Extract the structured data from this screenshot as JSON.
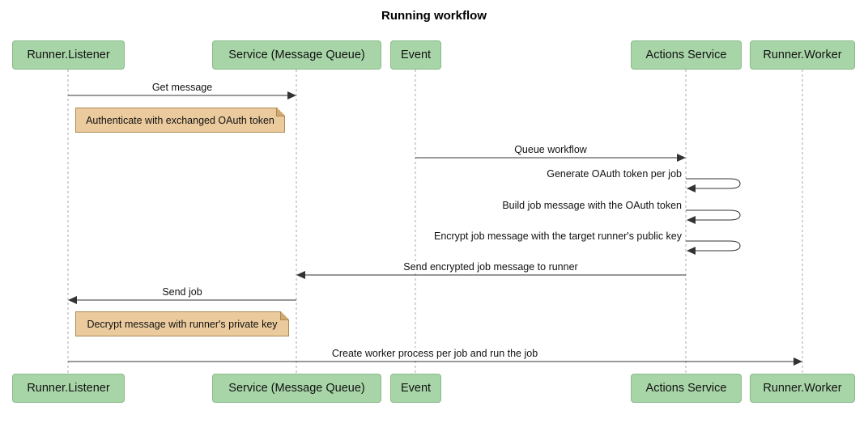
{
  "title": "Running workflow",
  "participants": [
    {
      "label": "Runner.Listener"
    },
    {
      "label": "Service (Message Queue)"
    },
    {
      "label": "Event"
    },
    {
      "label": "Actions Service"
    },
    {
      "label": "Runner.Worker"
    }
  ],
  "messages": [
    {
      "from": "Runner.Listener",
      "to": "Service (Message Queue)",
      "label": "Get message"
    },
    {
      "from": "Event",
      "to": "Actions Service",
      "label": "Queue workflow"
    },
    {
      "from": "Actions Service",
      "to": "Actions Service",
      "label": "Generate OAuth token per job"
    },
    {
      "from": "Actions Service",
      "to": "Actions Service",
      "label": "Build job message with the OAuth token"
    },
    {
      "from": "Actions Service",
      "to": "Actions Service",
      "label": "Encrypt job message with the target runner's public key"
    },
    {
      "from": "Actions Service",
      "to": "Service (Message Queue)",
      "label": "Send encrypted job message to runner"
    },
    {
      "from": "Service (Message Queue)",
      "to": "Runner.Listener",
      "label": "Send job"
    },
    {
      "from": "Runner.Listener",
      "to": "Runner.Worker",
      "label": "Create worker process per job and run the job"
    }
  ],
  "notes": [
    {
      "over": "Runner.Listener",
      "text": "Authenticate with exchanged OAuth token"
    },
    {
      "over": "Runner.Listener",
      "text": "Decrypt message with runner's private key"
    }
  ],
  "colors": {
    "actor_fill": "#a8d5a8",
    "actor_border": "#88bb88",
    "note_fill": "#ebcb9e",
    "note_border": "#a98a53",
    "message_line": "#333333",
    "lifeline": "#aaaaaa",
    "background": "#ffffff"
  }
}
